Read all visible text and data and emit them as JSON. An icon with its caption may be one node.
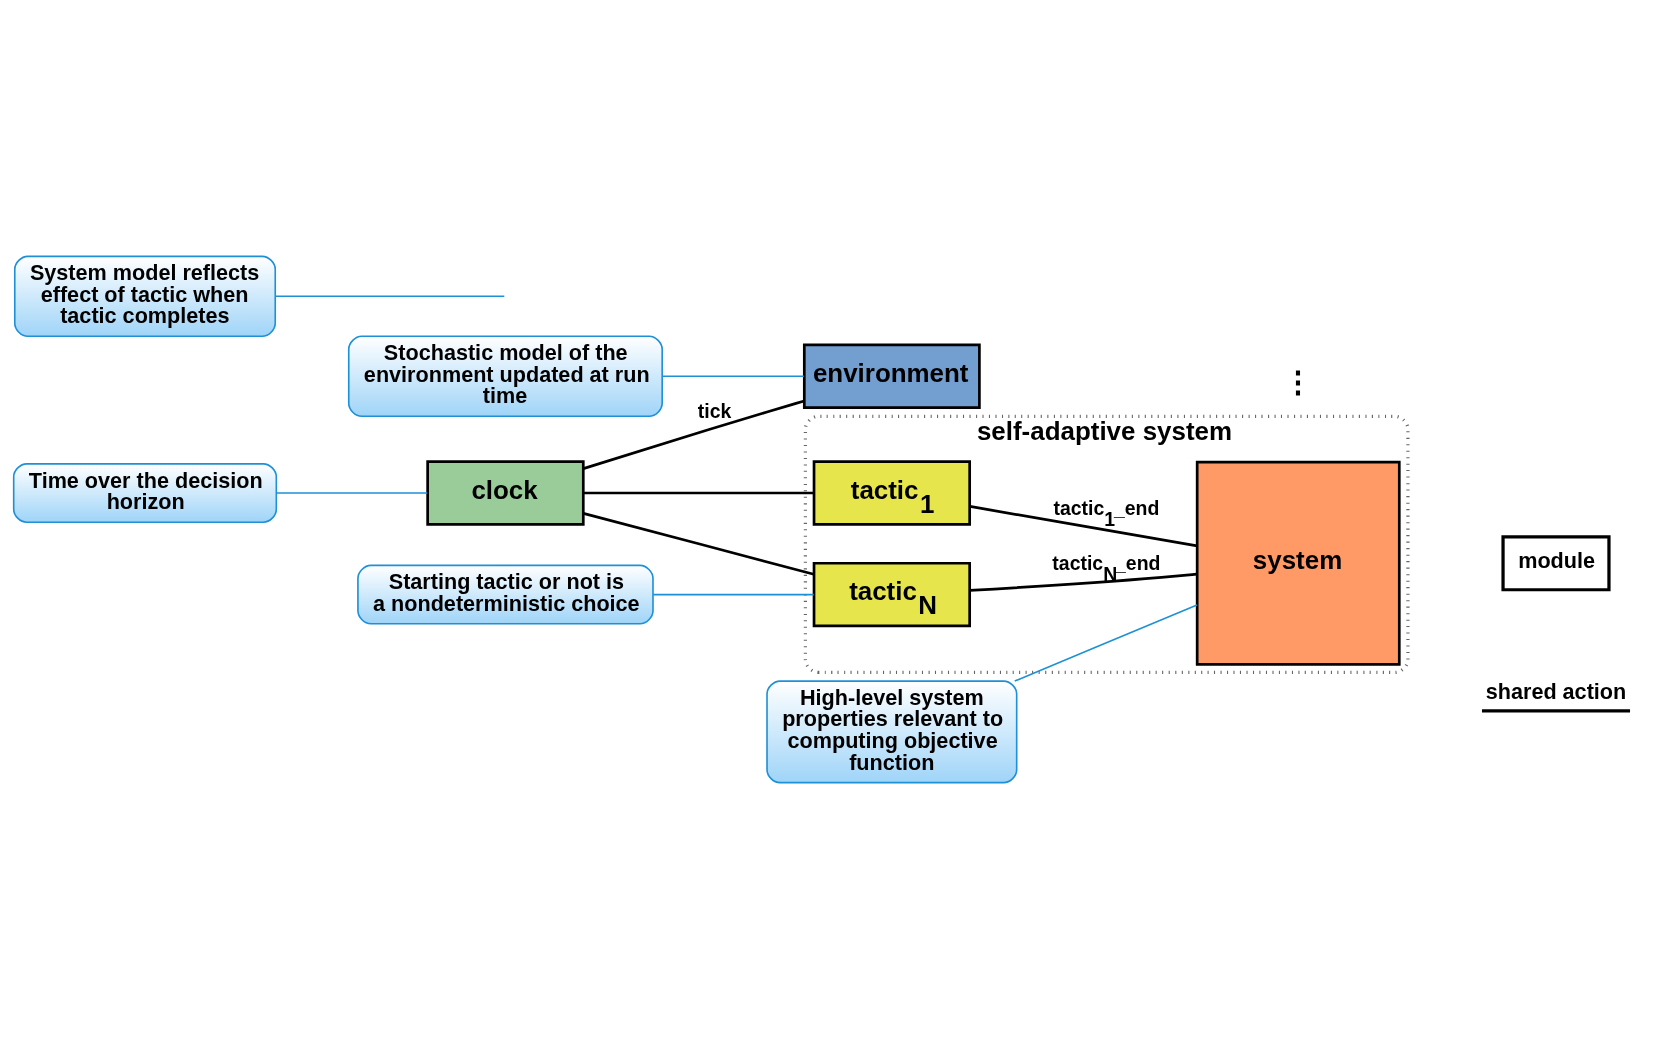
{
  "diagram": {
    "nodes": [
      {
        "text": [
          "Stochastic model of the environment updated at run time"
        ]
      },
      {
        "text": [
          "environment"
        ]
      },
      {
        "text": [
          "High-level system properties relevant to computing objective function"
        ]
      },
      {
        "text": [
          "Time over the decision horizon"
        ]
      },
      {
        "text": [
          "self-adaptive system"
        ]
      },
      {
        "text": [
          "tactic$_{1}$"
        ],
        "in": 4
      },
      {
        "text": [
          "system"
        ],
        "in": 4
      },
      {
        "text": [
          "clock"
        ]
      },
      {
        "text": [
          "tactic$_{N}$"
        ],
        "in": 4
      },
      {
        "text": [
          "Starting tactic or not is a nondeterministic choice"
        ]
      },
      {
        "text": [
          "System model reflects effect of tactic when tactic completes"
        ]
      }
    ],
    "edges": [
      {
        "from": 7,
        "to": 1,
        "arrow": "none",
        "label": "tick"
      },
      {
        "from": 7,
        "to": 5,
        "arrow": "none"
      },
      {
        "from": 7,
        "to": 8,
        "arrow": "none"
      },
      {
        "from": 5,
        "to": 6,
        "arrow": "none",
        "label": "tactic$_{1}$_end"
      },
      {
        "from": 8,
        "to": 6,
        "arrow": "none",
        "label": "tactic$_{N}$_end"
      },
      {
        "from": 0,
        "to": 1,
        "arrow": "none",
        "color": "#1e90d6"
      },
      {
        "from": 2,
        "to": 6,
        "arrow": "none",
        "color": "#1e90d6"
      },
      {
        "from": 3,
        "to": 7,
        "arrow": "none",
        "color": "#1e90d6"
      },
      {
        "from": 9,
        "to": 8,
        "arrow": "none",
        "color": "#1e90d6"
      },
      {
        "from": 10,
        "to": null,
        "arrow": "none",
        "color": "#1e90d6"
      }
    ],
    "labels": [
      "⋮"
    ],
    "legend": [
      {
        "text": "module"
      },
      {
        "text": "shared action"
      }
    ]
  }
}
